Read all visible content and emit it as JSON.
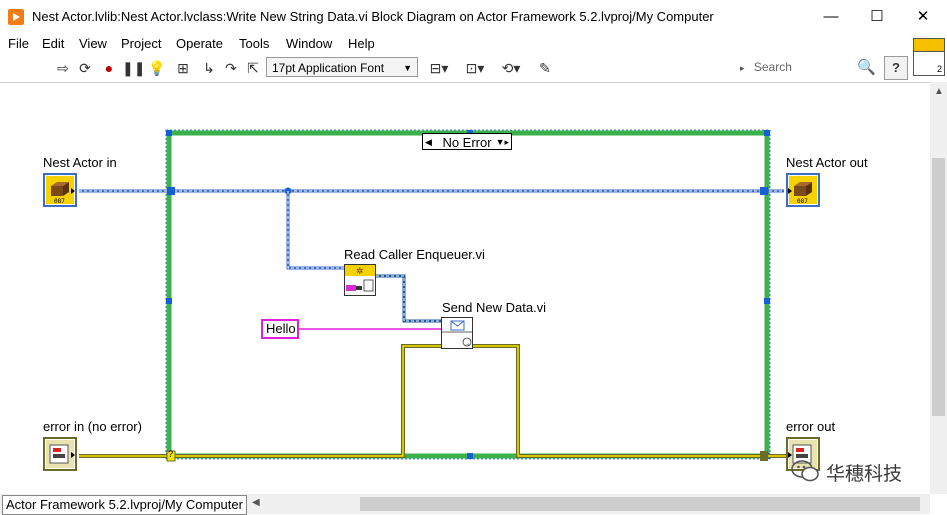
{
  "window": {
    "title": "Nest Actor.lvlib:Nest Actor.lvclass:Write New String Data.vi Block Diagram on Actor Framework 5.2.lvproj/My Computer",
    "minimize": "—",
    "maximize": "☐",
    "close": "✕"
  },
  "menu": [
    "File",
    "Edit",
    "View",
    "Project",
    "Operate",
    "Tools",
    "Window",
    "Help"
  ],
  "toolbar": {
    "font": "17pt Application Font",
    "search_placeholder": "Search",
    "context_help": "?",
    "connector_number": "2"
  },
  "diagram": {
    "case_label": "No Error",
    "labels": {
      "nest_actor_in": "Nest Actor in",
      "nest_actor_out": "Nest Actor out",
      "error_in": "error in (no error)",
      "error_out": "error out",
      "read_caller": "Read Caller Enqueuer.vi",
      "send_new_data": "Send New Data.vi"
    },
    "string_constant": "Hello",
    "question_tunnel": "?"
  },
  "status_bar": {
    "context": "Actor Framework 5.2.lvproj/My Computer"
  },
  "watermark": {
    "text": "华穗科技"
  },
  "colors": {
    "class_wire": "#3d6ec6",
    "error_wire": "#6b6b25",
    "error_wire_fill": "#f4e400",
    "string_wire": "#e020d8",
    "case_border": "#3bb24a",
    "selection": "#1560d4"
  }
}
